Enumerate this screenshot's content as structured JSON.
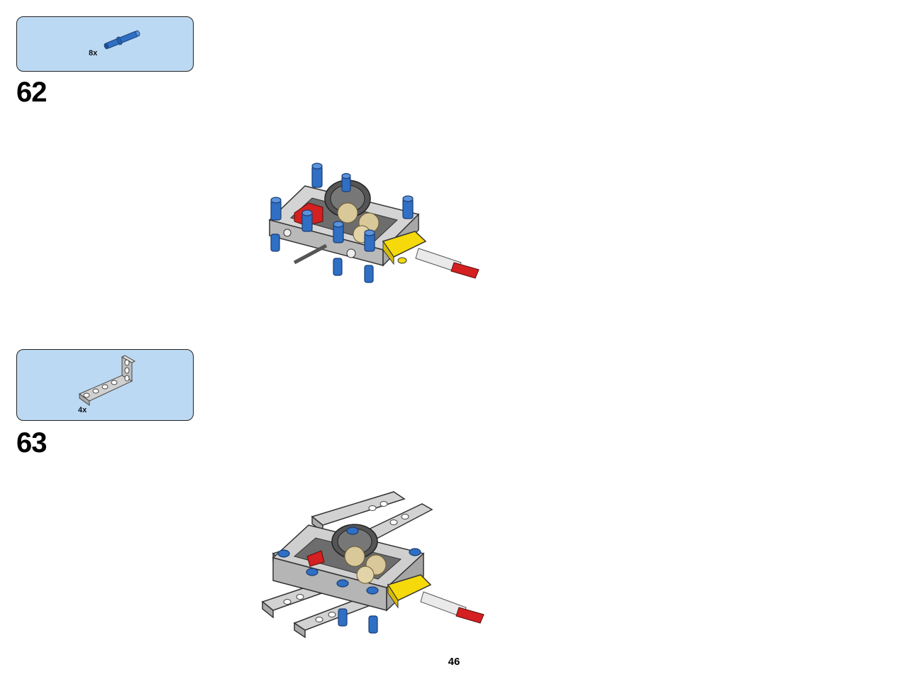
{
  "steps": [
    {
      "number": "62",
      "parts": [
        {
          "name": "blue-long-pin-with-axle",
          "quantity": "8x",
          "color": "#2f6fc4"
        }
      ]
    },
    {
      "number": "63",
      "parts": [
        {
          "name": "gray-l-beam-3x5",
          "quantity": "4x",
          "color": "#c9c9c9"
        }
      ]
    }
  ],
  "page": {
    "number": "46"
  },
  "colors": {
    "callout_bg": "#bcd9f3",
    "blue_pin": "#2f6fc4",
    "gray_beam": "#c9c9c9",
    "yellow": "#f5d90a",
    "red": "#d42020",
    "tan": "#d8c89a"
  }
}
